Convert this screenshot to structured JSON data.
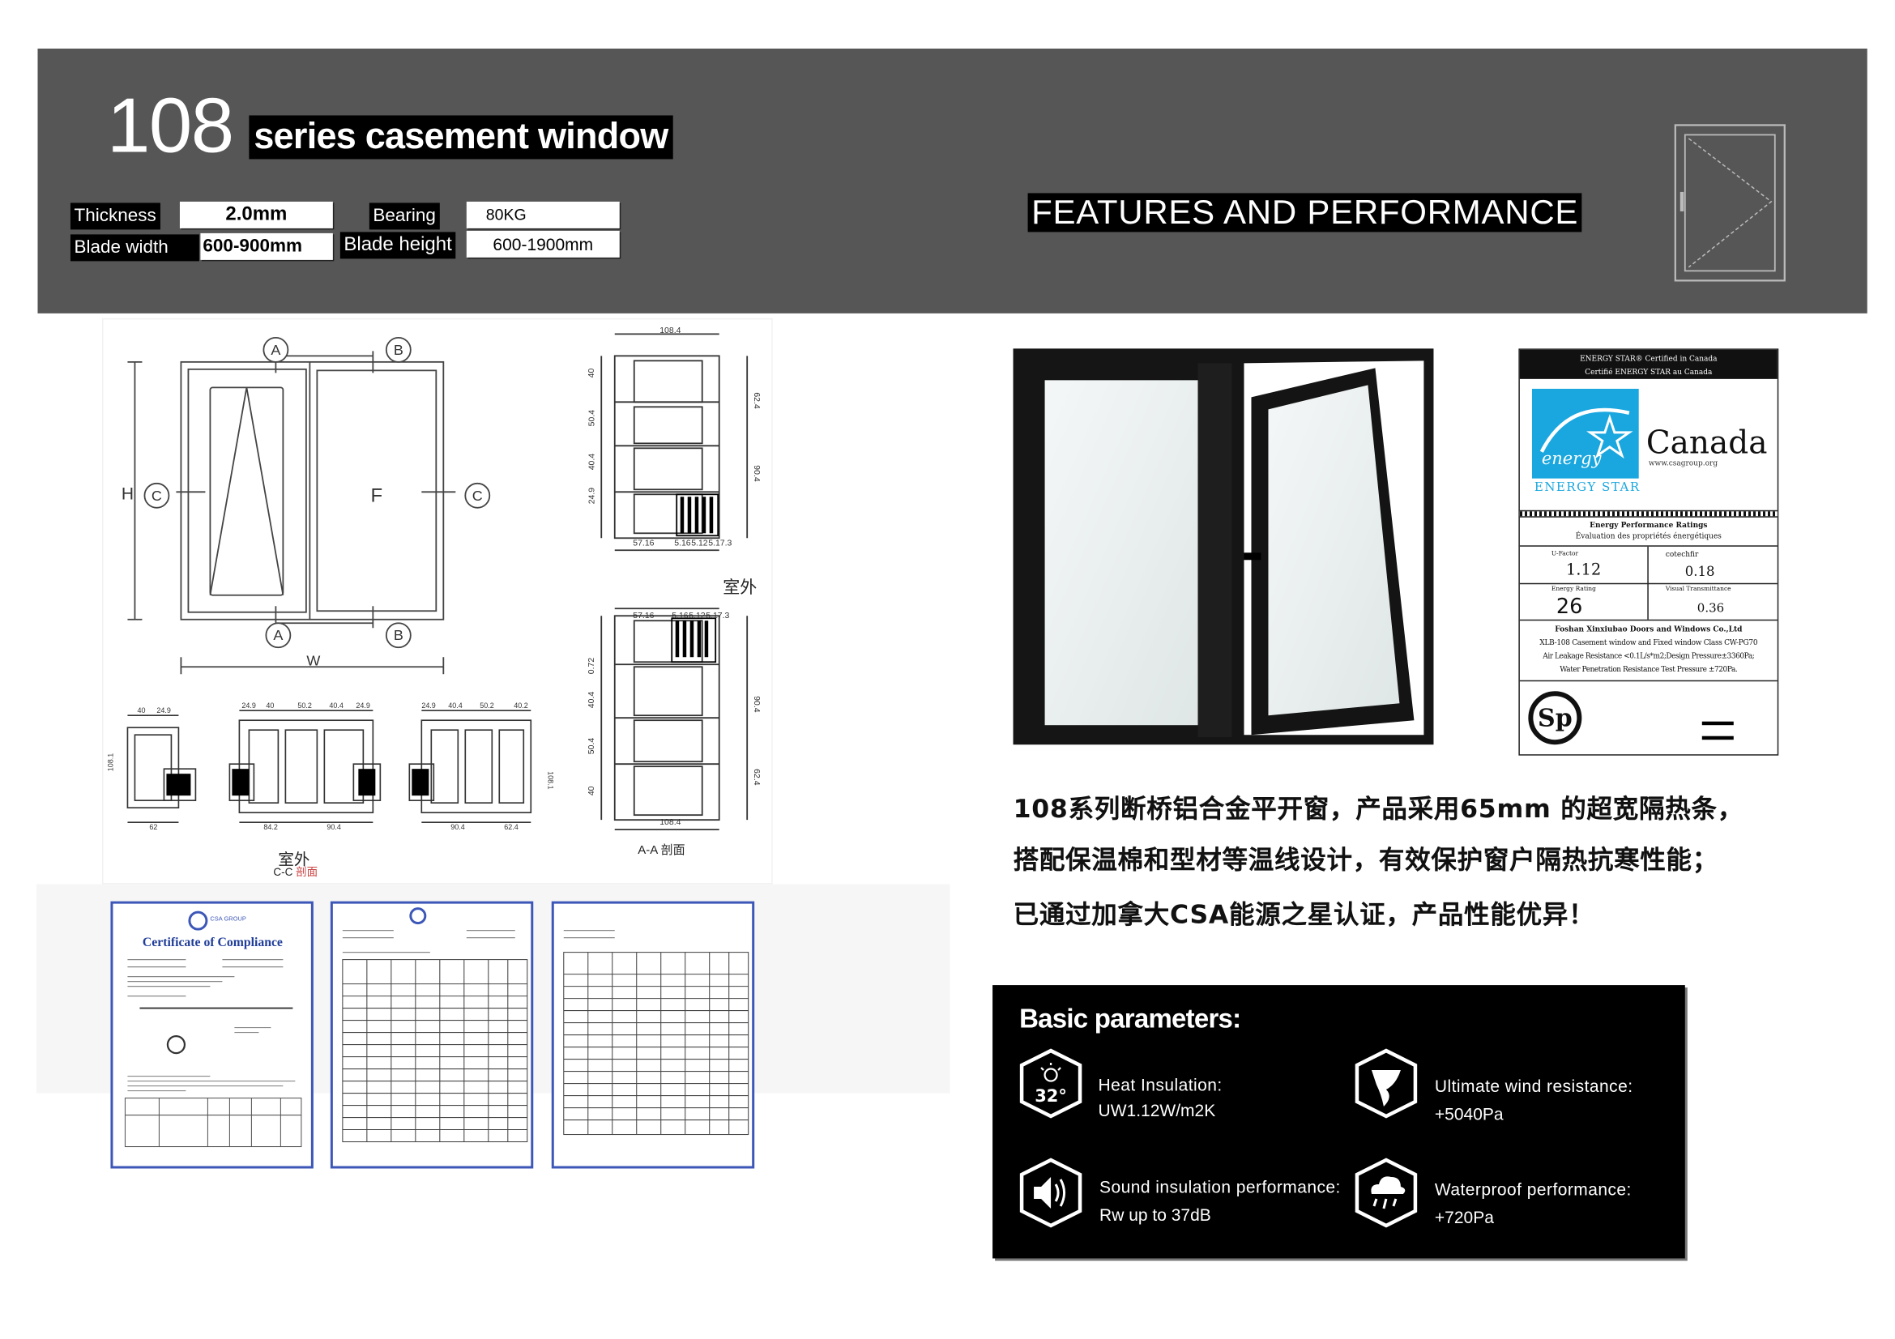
{
  "header": {
    "series_number": "108",
    "series_title": "series casement window",
    "features_heading": "FEATURES AND PERFORMANCE",
    "specs": {
      "thickness_label": "Thickness",
      "thickness_value": "2.0mm",
      "blade_width_label": "Blade  width",
      "blade_width_value": "600-900mm",
      "bearing_label": "Bearing",
      "bearing_value": "80KG",
      "blade_height_label": "Blade height",
      "blade_height_value": "600-1900mm"
    }
  },
  "drawing": {
    "markers": [
      "A",
      "B",
      "C",
      "A",
      "B",
      "C"
    ],
    "letter_h": "H",
    "letter_f": "F",
    "letter_w": "W",
    "outdoor_label": "室外",
    "outdoor_label_2": "室外",
    "section_cc": "C-C",
    "section_cc_suffix": "剖面",
    "section_aa": "A-A  剖面",
    "dims_top": [
      "108.4",
      "40",
      "50.4",
      "40.4",
      "24.9",
      "62.4",
      "90.4",
      "57.16",
      "5.16",
      "5.12",
      "5.17.3"
    ],
    "dims_bottom": [
      "57.16",
      "5.16",
      "5.12",
      "5.17.3",
      "0.72",
      "40.4",
      "50.4",
      "40",
      "90.4",
      "62.4",
      "108.4"
    ],
    "dims_row": [
      "40",
      "24.9",
      "108.1",
      "62",
      "24.9",
      "40",
      "50.2",
      "40.4",
      "24.9",
      "84.2",
      "90.4",
      "24.9",
      "40.4",
      "50.2",
      "40.2",
      "90.4",
      "62.4",
      "108.1"
    ]
  },
  "certificates": {
    "csa_brand": "CSA GROUP",
    "doc1_title": "Certificate of Compliance"
  },
  "energy_star": {
    "header_1": "ENERGY STAR® Certified in Canada",
    "header_2": "Certifié ENERGY STAR au Canada",
    "country": "Canada",
    "website": "www.csagroup.org",
    "brand": "ENERGY STAR",
    "ratings_title": "Energy Performance Ratings",
    "ratings_title_fr": "Évaluation  des  propriétés  énergétiques",
    "u_factor_label": "U-Factor",
    "u_factor": "1.12",
    "shgc_label": "cotechfir",
    "shgc": "0.18",
    "energy_rating_label": "Energy Rating",
    "energy_rating": "26",
    "vt_label": "Visual Transmittance",
    "vt": "0.36",
    "company": "Foshan Xinxiubao Doors and Windows Co.,Ltd",
    "line_1": "XLB-108 Casement window and Fixed window Class CW-PG70",
    "line_2": "Air Leakage Resistance <0.1L/s*m2;Design Pressure±3360Pa;",
    "line_3": "Water Penetration Resistance Test Pressure  ±720Pa."
  },
  "description": [
    "108系列断桥铝合金平开窗，产品采用65mm  的超宽隔热条，",
    "搭配保温棉和型材等温线设计，有效保护窗户隔热抗寒性能；",
    "已通过加拿大CSA能源之星认证，产品性能优异！"
  ],
  "parameters": {
    "title": "Basic parameters:",
    "heat_label": "Heat   Insulation:",
    "heat_value": "UW1.12W/m2K",
    "heat_icon_text": "32°",
    "wind_label": "Ultimate  wind  resistance:",
    "wind_value": "+5040Pa",
    "sound_label": "Sound  insulation  performance:",
    "sound_value": "Rw  up to 37dB",
    "water_label": "Waterproof   performance:",
    "water_value": "+720Pa"
  }
}
